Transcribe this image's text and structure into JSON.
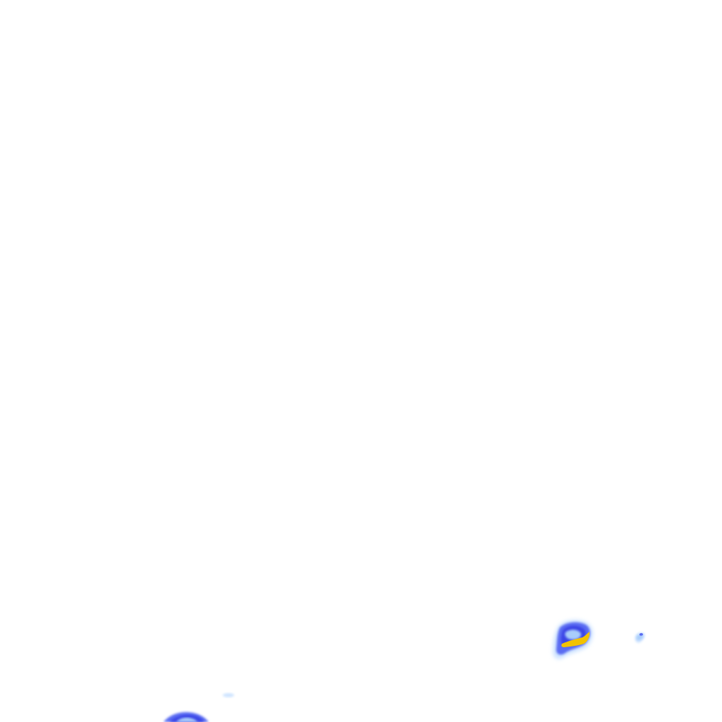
{
  "map": {
    "background_color": "#ffffff",
    "intensity_colors": {
      "light": "#cfe4ff",
      "pale": "#a9cdfb",
      "medium": "#5a6cf2",
      "strong": "#3a44e6",
      "peak": "#f2c200"
    },
    "cells": [
      {
        "name": "precip-cell-main",
        "levels": [
          "light",
          "medium",
          "strong",
          "pale",
          "peak"
        ]
      },
      {
        "name": "precip-cell-small-right",
        "levels": [
          "light",
          "pale",
          "medium"
        ]
      },
      {
        "name": "precip-cell-speck",
        "levels": [
          "light"
        ]
      },
      {
        "name": "precip-cell-bottom-edge",
        "levels": [
          "medium",
          "strong",
          "pale"
        ]
      }
    ]
  }
}
